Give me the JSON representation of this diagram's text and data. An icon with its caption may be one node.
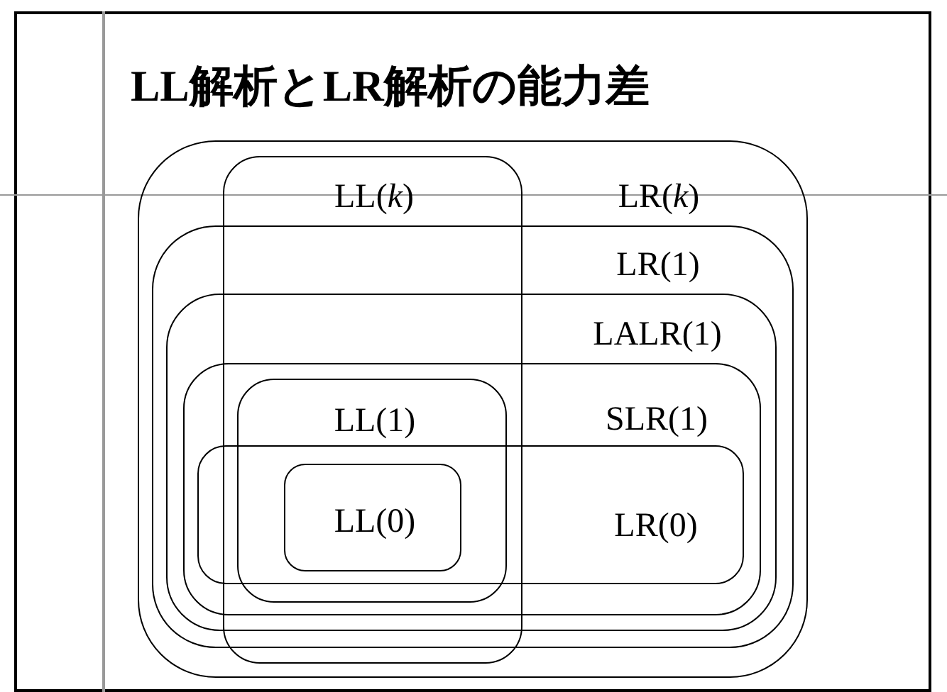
{
  "diagram": {
    "title": "LL解析とLR解析の能力差",
    "nodes": [
      {
        "text": [
          "LR(*k*)"
        ]
      },
      {
        "text": [
          "LL(*k*)"
        ],
        "in": 0
      },
      {
        "text": [
          "LR(1)"
        ],
        "in": 0
      },
      {
        "text": [
          "LALR(1)"
        ],
        "in": 2
      },
      {
        "text": [
          "SLR(1)"
        ],
        "in": 3
      },
      {
        "text": [
          "LL(1)"
        ]
      },
      {
        "text": [
          "LR(0)"
        ],
        "in": 4
      },
      {
        "text": [
          "LL(0)"
        ]
      }
    ],
    "edges": []
  }
}
